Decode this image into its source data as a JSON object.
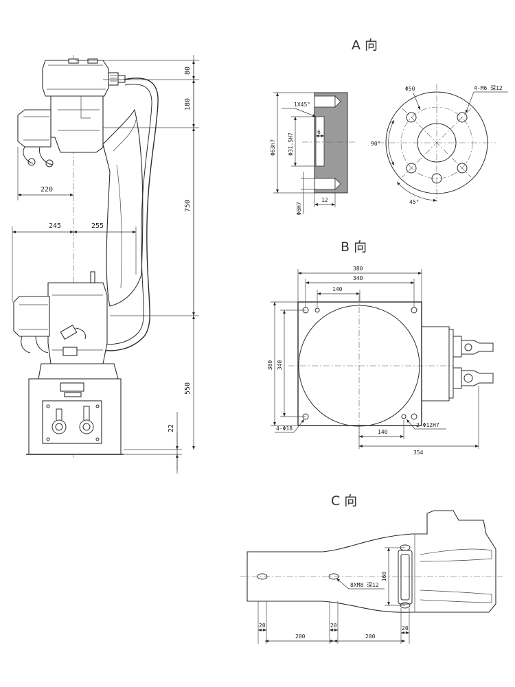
{
  "views": {
    "a_title": "A 向",
    "b_title": "B 向",
    "c_title": "C 向"
  },
  "main_view": {
    "dims": {
      "d80": "80",
      "d180": "180",
      "d750": "750",
      "d550": "550",
      "d22": "22",
      "d220": "220",
      "d245": "245",
      "d255": "255"
    }
  },
  "view_a": {
    "chamfer": "1X45°",
    "d63": "Φ63h7",
    "d315": "Φ31.5H7",
    "d6h7": "Φ6H7",
    "d6": "6",
    "d12": "12",
    "d50": "Φ50",
    "m6": "4-M6 深12",
    "ang90": "90°",
    "ang45": "45°"
  },
  "view_b": {
    "d380_top": "380",
    "d340_top": "340",
    "d140_top": "140",
    "d380_side": "380",
    "d340_side": "340",
    "holes18": "4-Φ18",
    "d140_bot": "140",
    "holes12": "2-Φ12H7",
    "d354": "354"
  },
  "view_c": {
    "d160": "160",
    "m8": "8XM8 深12",
    "d20a": "20",
    "d20b": "20",
    "d20c": "20",
    "d200a": "200",
    "d200b": "200"
  }
}
